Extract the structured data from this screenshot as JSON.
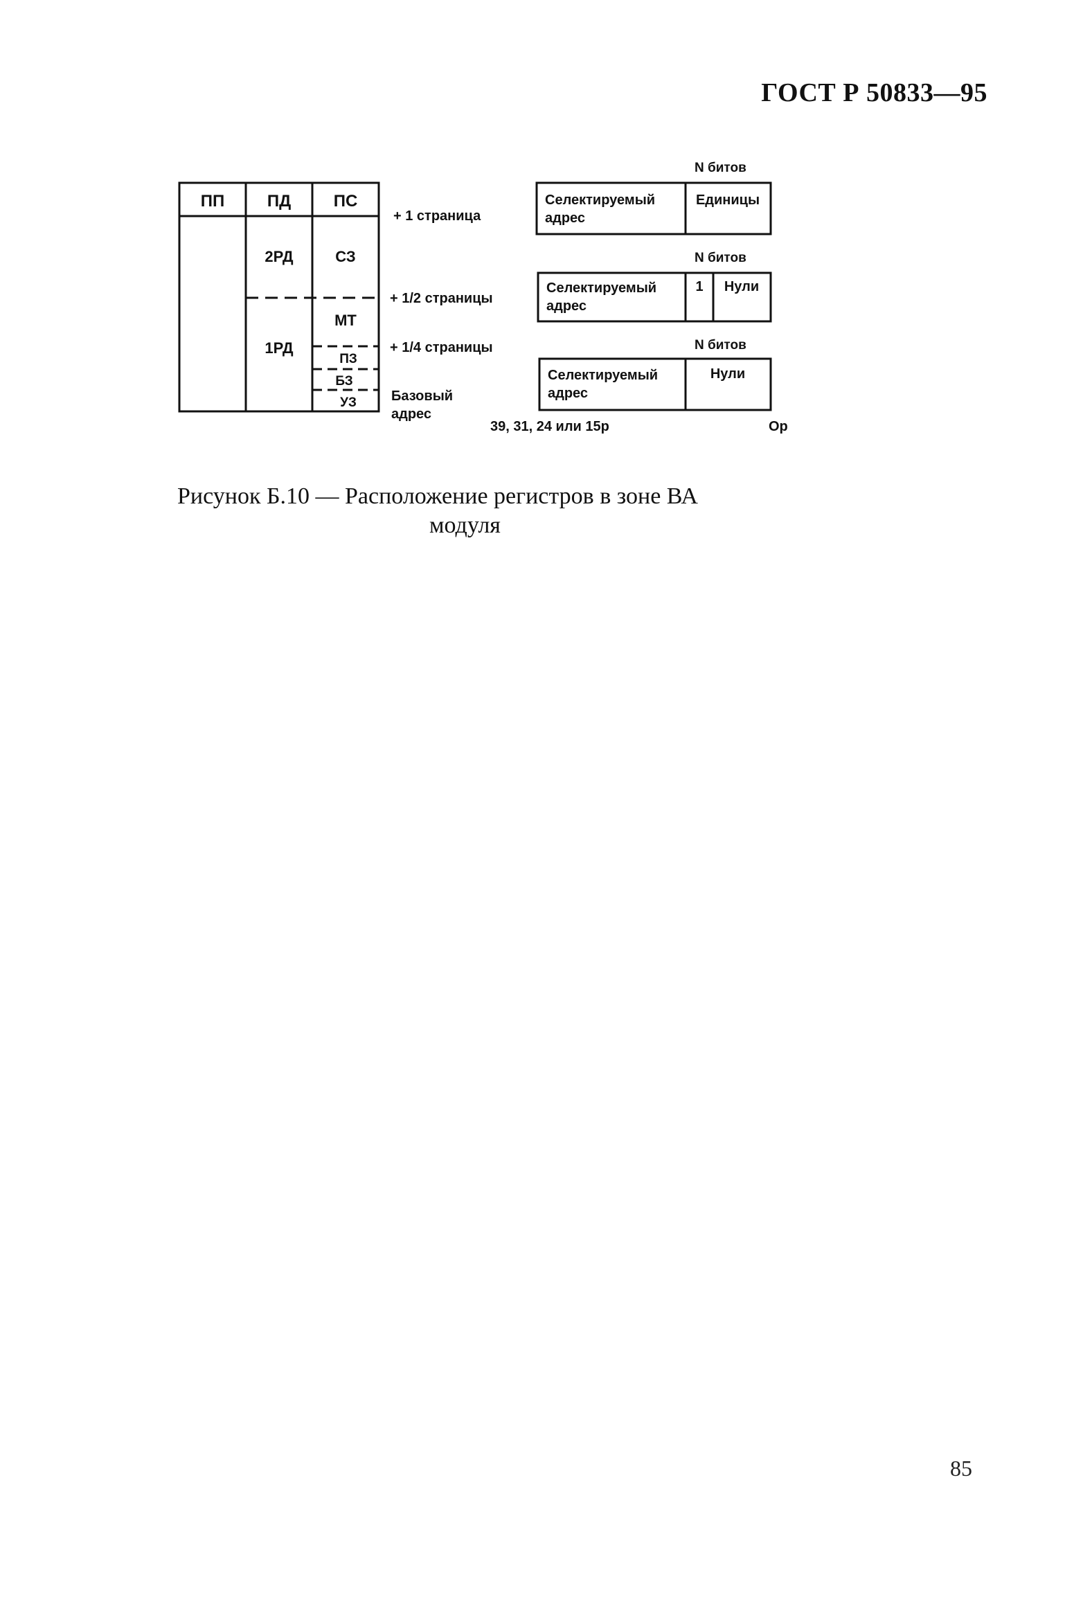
{
  "header": {
    "doc_id": "ГОСТ Р 50833—95"
  },
  "figure": {
    "table": {
      "columns": [
        "ПП",
        "ПД",
        "ПС"
      ],
      "pd_blocks": [
        "2РД",
        "1РД"
      ],
      "ps_blocks": [
        "СЗ",
        "МТ",
        "ПЗ",
        "БЗ",
        "УЗ"
      ]
    },
    "offset_labels": {
      "page_1": "+ 1 страница",
      "page_half": "+ 1/2 страницы",
      "page_quarter": "+ 1/4 страницы",
      "base_line1": "Базовый",
      "base_line2": "адрес"
    },
    "registers": [
      {
        "bits_label": "N битов",
        "selected_line1": "Селектируемый",
        "selected_line2": "адрес",
        "fields": [
          "Единицы"
        ]
      },
      {
        "bits_label": "N битов",
        "selected_line1": "Селектируемый",
        "selected_line2": "адрес",
        "fields": [
          "1",
          "Нули"
        ]
      },
      {
        "bits_label": "N битов",
        "selected_line1": "Селектируемый",
        "selected_line2": "адрес",
        "fields": [
          "Нули"
        ]
      }
    ],
    "bit_scale": {
      "left": "39, 31, 24 или 15р",
      "right": "Ор"
    }
  },
  "caption": {
    "line1": "Рисунок Б.10 — Расположение регистров в зоне ВА",
    "line2": "модуля"
  },
  "page_number": "85"
}
